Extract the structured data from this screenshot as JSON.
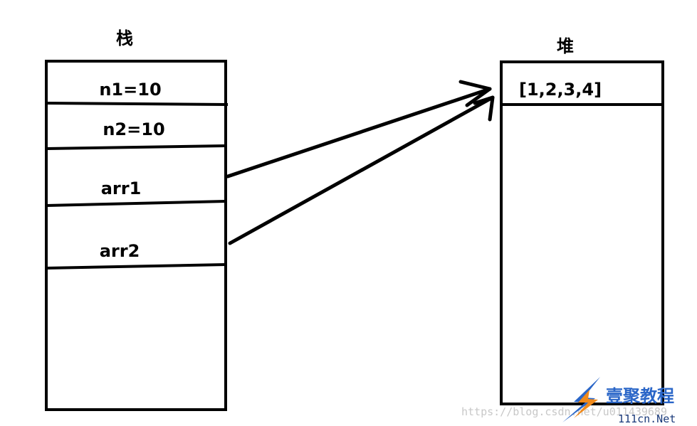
{
  "stack": {
    "title": "栈",
    "cells": [
      "n1=10",
      "n2=10",
      "arr1",
      "arr2"
    ]
  },
  "heap": {
    "title": "堆",
    "cells": [
      "[1,2,3,4]"
    ]
  },
  "watermark": {
    "url": "https://blog.csdn.net/u011439689",
    "logo_text": "壹聚教程",
    "logo_domain": "111cn.Net"
  },
  "colors": {
    "ink": "#000000",
    "watermark": "#c8c8c8",
    "logo_blue": "#2a66c8",
    "logo_orange": "#f08a1c"
  }
}
